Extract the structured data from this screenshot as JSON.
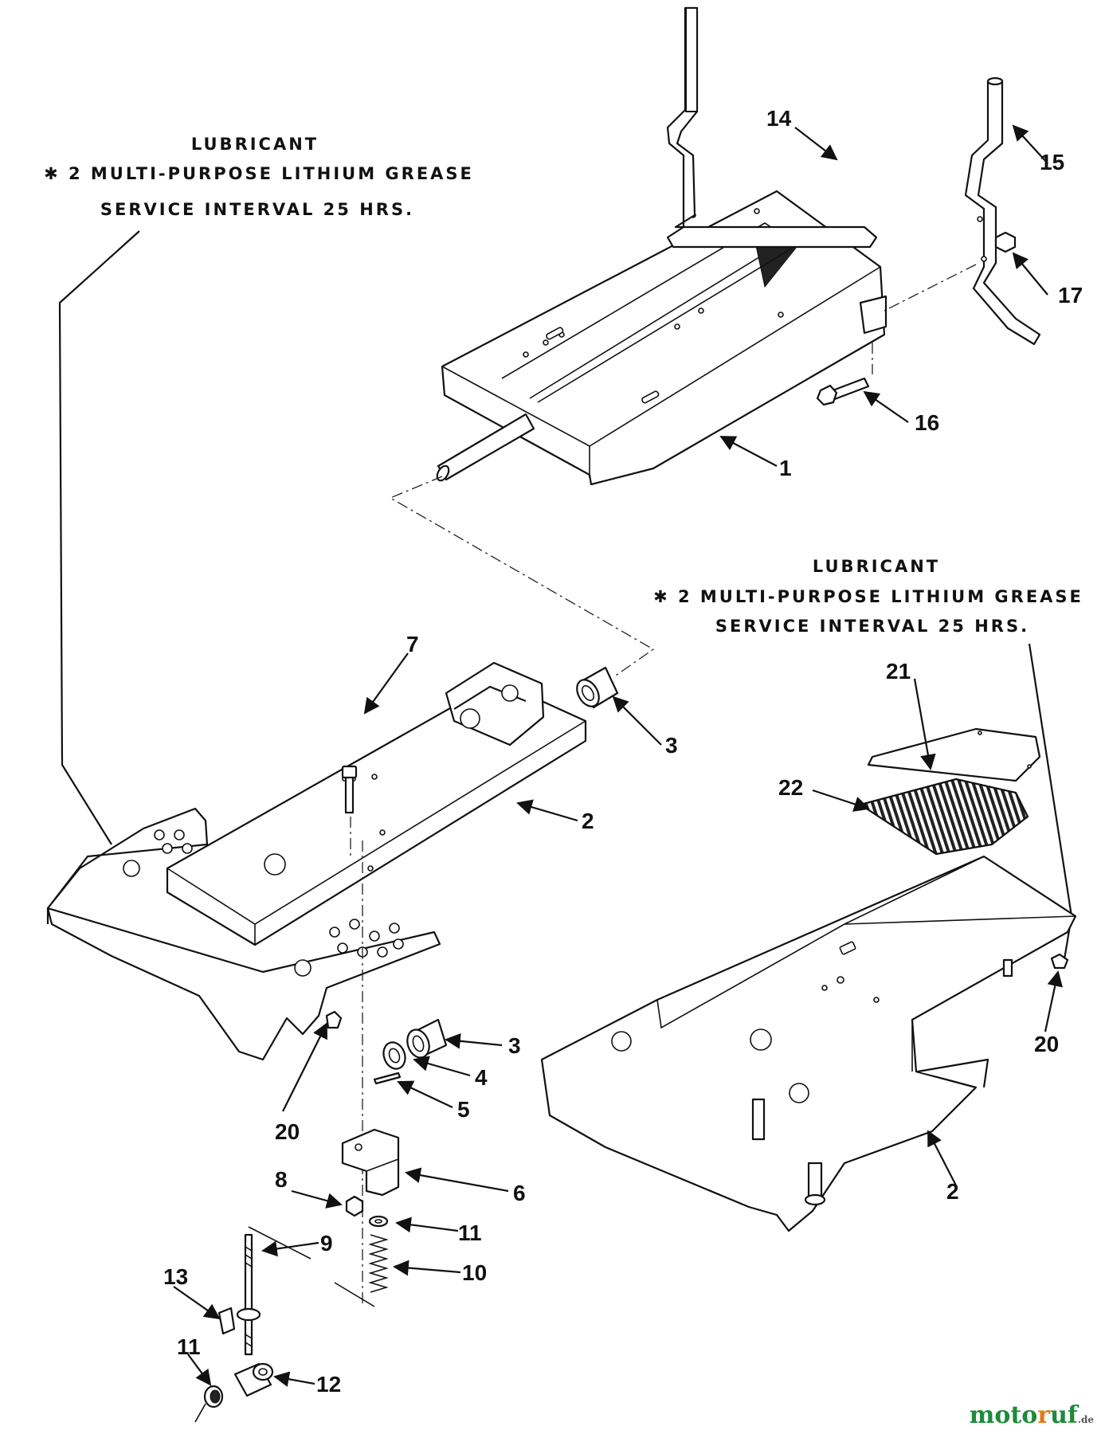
{
  "lubricant_notes": [
    {
      "line1": "LUBRICANT",
      "line2": "✱ 2 MULTI-PURPOSE LITHIUM GREASE",
      "line3": "SERVICE INTERVAL 25 HRS."
    },
    {
      "line1": "LUBRICANT",
      "line2": "✱ 2 MULTI-PURPOSE LITHIUM GREASE",
      "line3": "SERVICE INTERVAL 25 HRS."
    }
  ],
  "callouts": {
    "c1": "1",
    "c2a": "2",
    "c2b": "2",
    "c3a": "3",
    "c3b": "3",
    "c4": "4",
    "c5": "5",
    "c6": "6",
    "c7": "7",
    "c8": "8",
    "c9": "9",
    "c10": "10",
    "c11a": "11",
    "c11b": "11",
    "c12": "12",
    "c13": "13",
    "c14": "14",
    "c15": "15",
    "c16": "16",
    "c17": "17",
    "c20a": "20",
    "c20b": "20",
    "c21": "21",
    "c22": "22"
  },
  "watermark": {
    "part1": "moto",
    "part2": "r",
    "part3": "uf",
    "part4": ".de"
  }
}
